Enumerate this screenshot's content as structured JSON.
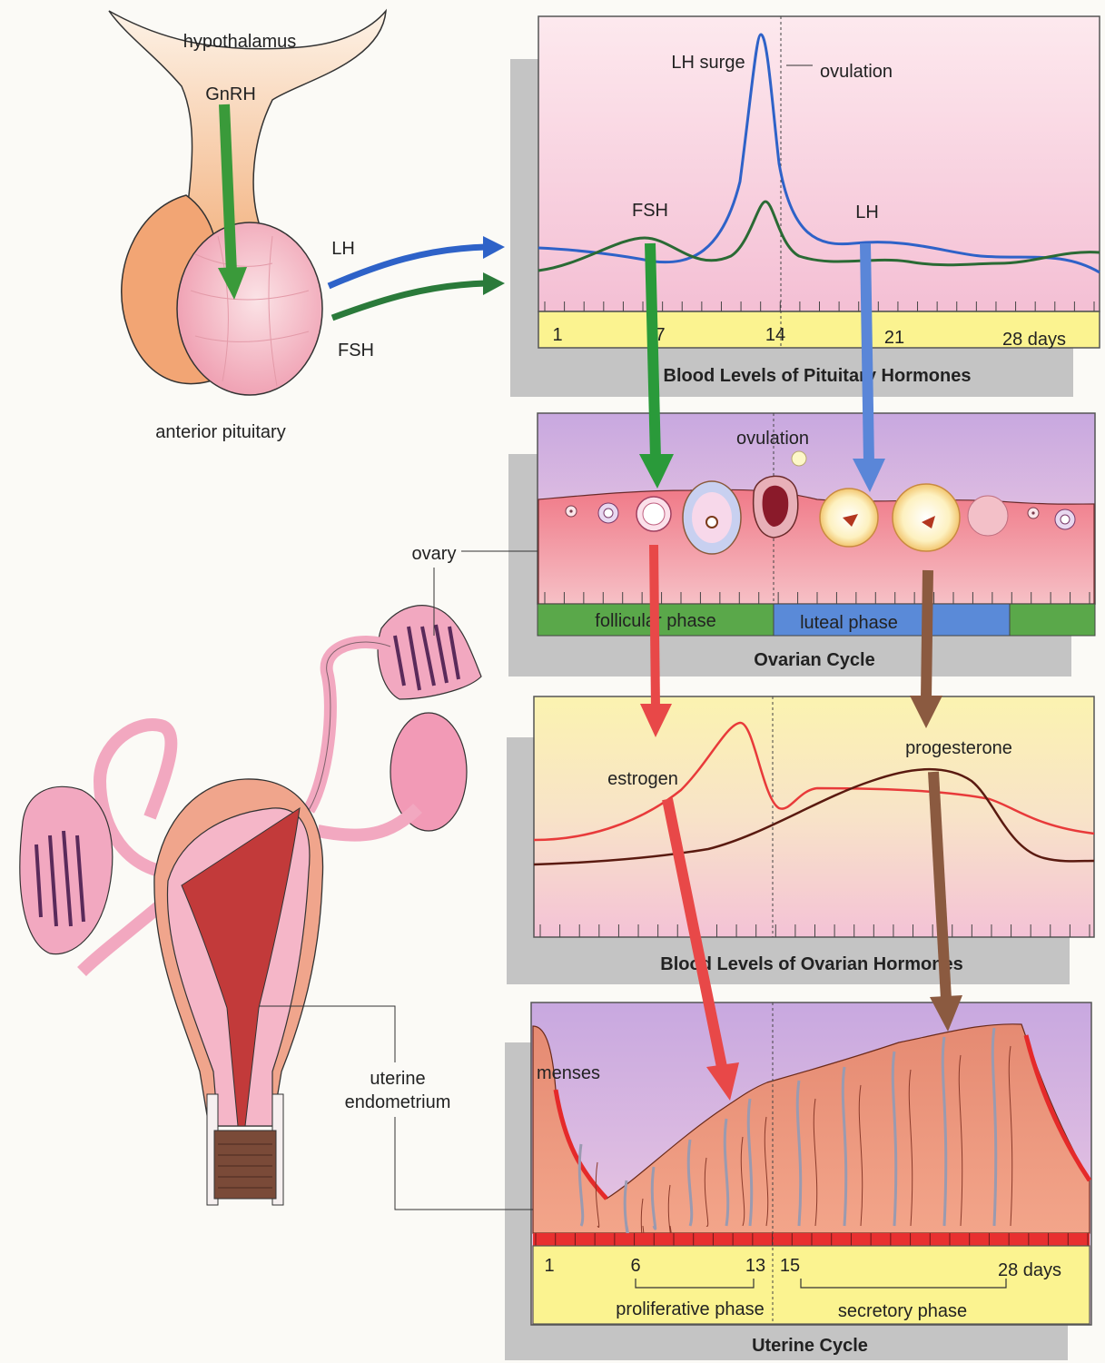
{
  "labels": {
    "hypothalamus": "hypothalamus",
    "gnrh": "GnRH",
    "lh_arrow": "LH",
    "fsh_arrow": "FSH",
    "anterior_pituitary": "anterior pituitary",
    "ovary": "ovary",
    "uterine_endometrium_1": "uterine",
    "uterine_endometrium_2": "endometrium"
  },
  "pituitary_panel": {
    "title": "Blood Levels of Pituitary Hormones",
    "lh_surge": "LH surge",
    "ovulation": "ovulation",
    "fsh": "FSH",
    "lh": "LH",
    "days": [
      "1",
      "7",
      "14",
      "21",
      "28 days"
    ]
  },
  "ovarian_panel": {
    "title": "Ovarian Cycle",
    "ovulation": "ovulation",
    "follicular_phase": "follicular phase",
    "luteal_phase": "luteal phase"
  },
  "ovarian_hormones_panel": {
    "title": "Blood Levels of Ovarian Hormones",
    "estrogen": "estrogen",
    "progesterone": "progesterone"
  },
  "uterine_panel": {
    "title": "Uterine Cycle",
    "menses": "menses",
    "days": [
      "1",
      "6",
      "13",
      "15",
      "28 days"
    ],
    "proliferative_phase": "proliferative phase",
    "secretory_phase": "secretory phase"
  },
  "colors": {
    "lh": "#2e62c8",
    "fsh": "#2a7a3a",
    "estrogen": "#e83a3a",
    "progesterone": "#6a2a1a",
    "gnrh_arrow": "#3a9a3a",
    "ovary_arrow": "#e84848",
    "brown_arrow": "#8b5a40",
    "blue_arrow": "#5a86d8"
  }
}
